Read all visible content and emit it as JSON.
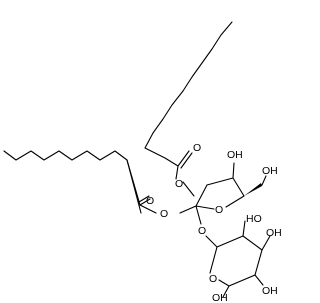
{
  "labels": {
    "o_ester_upper_carbonyl": "O",
    "o_ester_upper_link": "O",
    "oh_fru_3": "OH",
    "oh_fru_ch2": "OH",
    "o_ester_lower_carbonyl": "O",
    "o_ester_lower_link": "O",
    "o_fru_ring": "O",
    "o_glycosidic": "O",
    "oh_glc_2_upper": "HO",
    "oh_glc_3": "OH",
    "oh_glc_4": "OH",
    "oh_glc_6": "OH",
    "o_glc_ring": "O"
  }
}
